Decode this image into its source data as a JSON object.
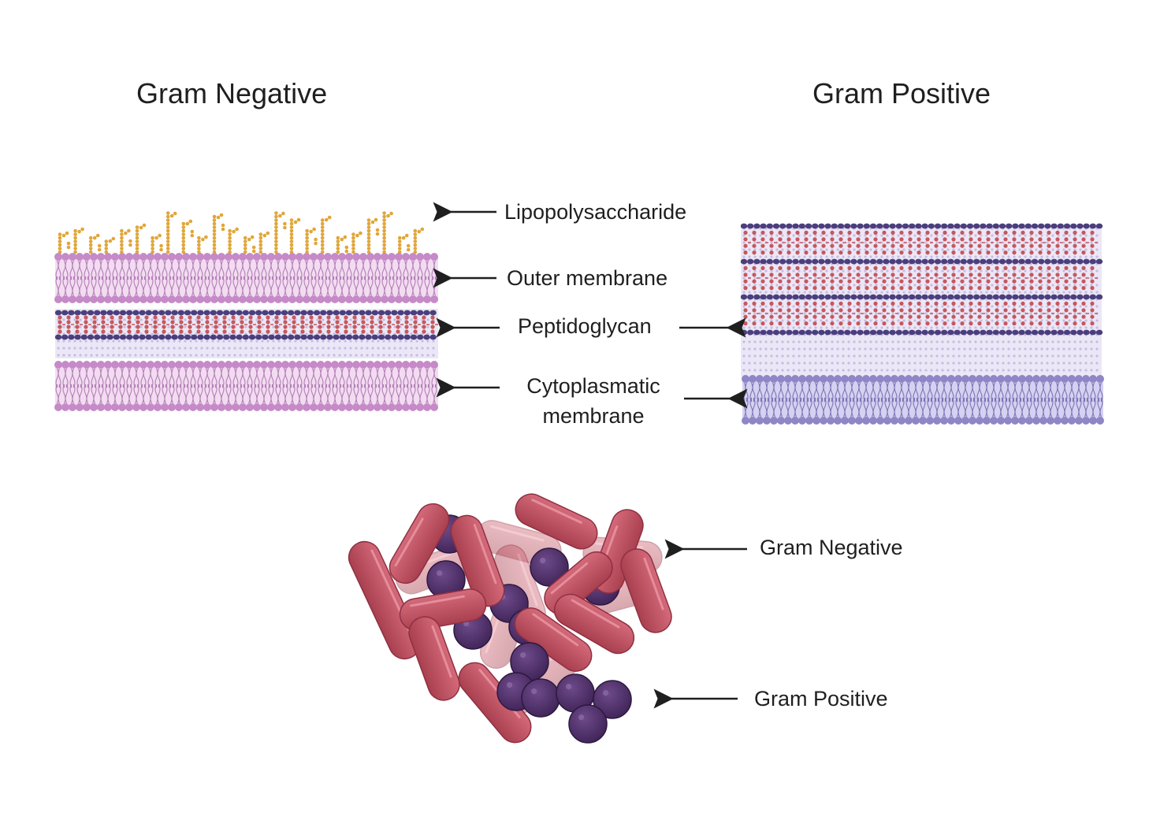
{
  "titles": {
    "gram_negative": "Gram Negative",
    "gram_positive": "Gram Positive"
  },
  "labels": {
    "lipopolysaccharide": "Lipopolysaccharide",
    "outer_membrane": "Outer membrane",
    "peptidoglycan": "Peptidoglycan",
    "cytoplasmatic_line1": "Cytoplasmatic",
    "cytoplasmatic_line2": "membrane",
    "cluster_gram_negative": "Gram Negative",
    "cluster_gram_positive": "Gram Positive"
  },
  "colors": {
    "lps": "#e0a63a",
    "membrane_pink": "#c58ac7",
    "membrane_fill_pink": "#f3dcf1",
    "peptidoglycan_red": "#c5585b",
    "peptidoglycan_purple": "#4a3f7c",
    "periplasm": "#ece7f6",
    "membrane_lavender": "#8e86c6",
    "membrane_fill_lavender": "#d5d1f0",
    "rod": "#c65466",
    "coccus": "#55336f",
    "arrow": "#1f1f1f"
  }
}
